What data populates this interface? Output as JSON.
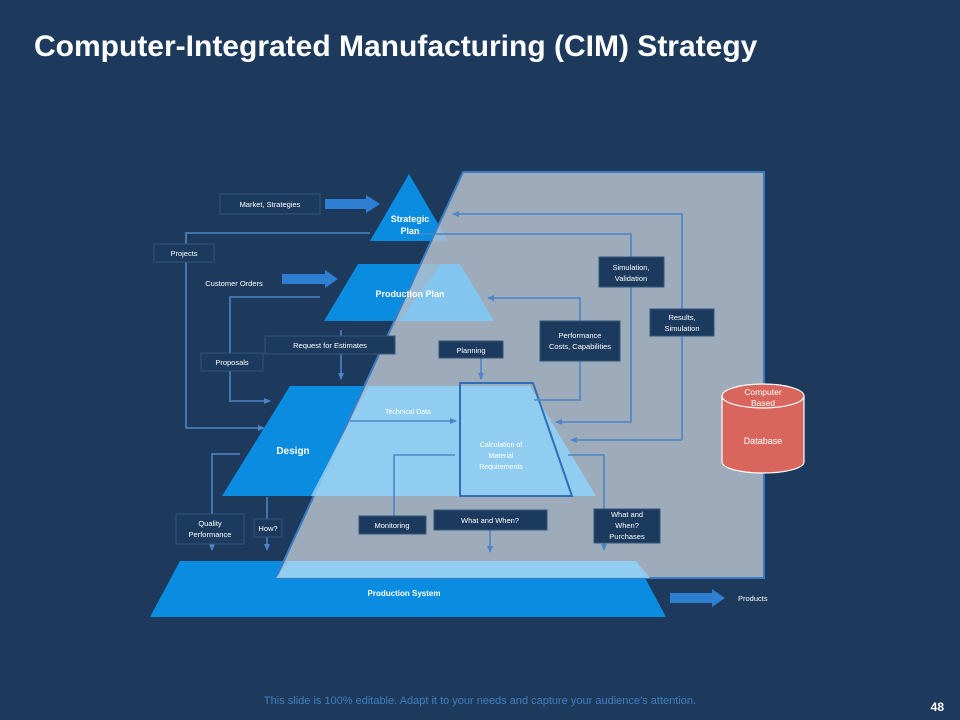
{
  "slide": {
    "title": "Computer-Integrated Manufacturing (CIM) Strategy",
    "footer": "This slide is 100% editable. Adapt it to your needs and capture your audience’s attention.",
    "page_number": "48"
  },
  "colors": {
    "background": "#1d3a5c",
    "pyramid_blue": "#0a8ce0",
    "pyramid_light": "#6fc4f2",
    "overlay_gray": "#a7b4c2",
    "label_box": "#1b3a5e",
    "database_red": "#d9665c"
  },
  "pyramid": {
    "strategic_plan": [
      "Strategic",
      "Plan"
    ],
    "production_plan": "Production Plan",
    "design": "Design",
    "production_system": "Production System"
  },
  "inner": {
    "technical_data": "Technical Data",
    "calculation": [
      "Calculation of",
      "Material",
      "Requirements"
    ]
  },
  "labels": {
    "market_strategies": "Market, Strategies",
    "projects": "Projects",
    "customer_orders": "Customer Orders",
    "request_for_estimates": "Request for Estimates",
    "proposals": "Proposals",
    "planning": "Planning",
    "simulation_validation": [
      "Simulation,",
      "Validation"
    ],
    "results_simulation": [
      "Results,",
      "Simulation"
    ],
    "performance_costs": [
      "Performance",
      "Costs, Capabilities"
    ],
    "quality_performance": [
      "Quality",
      "Performance"
    ],
    "how": "How?",
    "monitoring": "Monitoring",
    "what_and_when": "What and When?",
    "what_when_purchases": [
      "What and",
      "When?",
      "Purchases"
    ],
    "products": "Products"
  },
  "database": {
    "top_label": [
      "Computer",
      "Based"
    ],
    "body_label": "Database"
  }
}
